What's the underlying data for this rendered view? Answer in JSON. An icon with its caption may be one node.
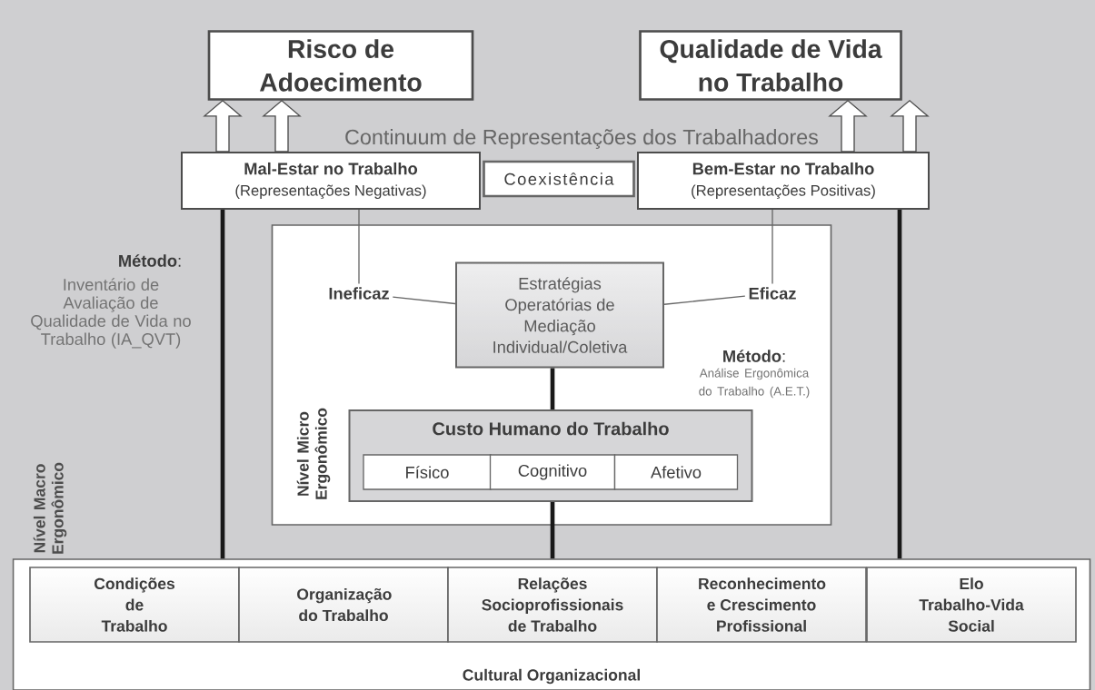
{
  "diagram": {
    "nodes": [
      {
        "text": [
          "Risco de Adoecimento"
        ]
      },
      {
        "text": [
          "Qualidade de Vida no Trabalho"
        ]
      },
      {
        "text": [
          "Mal-Estar no Trabalho",
          "(Representações Negativas)"
        ]
      },
      {
        "text": [
          "Coexistência"
        ]
      },
      {
        "text": [
          "Bem-Estar no Trabalho",
          "(Representações Positivas)"
        ]
      },
      {
        "text": [
          "Nível Micro Ergonômico"
        ]
      },
      {
        "text": [
          "Estratégias Operatórias de Mediação Individual/Coletiva"
        ],
        "in": 5
      },
      {
        "text": [
          "Ineficaz"
        ],
        "in": 5
      },
      {
        "text": [
          "Eficaz"
        ],
        "in": 5
      },
      {
        "text": [
          "Custo Humano do Trabalho"
        ],
        "in": 5
      },
      {
        "text": [
          "Físico"
        ],
        "in": 9
      },
      {
        "text": [
          "Cognitivo"
        ],
        "in": 9
      },
      {
        "text": [
          "Afetivo"
        ],
        "in": 9
      },
      {
        "text": [
          "Cultural Organizacional"
        ]
      },
      {
        "text": [
          "Condições de Trabalho"
        ],
        "in": 13
      },
      {
        "text": [
          "Organização do Trabalho"
        ],
        "in": 13
      },
      {
        "text": [
          "Relações Socioprofissionais de Trabalho"
        ],
        "in": 13
      },
      {
        "text": [
          "Reconhecimento e Crescimento Profissional"
        ],
        "in": 13
      },
      {
        "text": [
          "Elo Trabalho-Vida Social"
        ],
        "in": 13
      }
    ],
    "edges": [
      {
        "from": 2,
        "to": 0,
        "arrow": "to"
      },
      {
        "from": 2,
        "to": 0,
        "arrow": "to"
      },
      {
        "from": 4,
        "to": 1,
        "arrow": "to"
      },
      {
        "from": 4,
        "to": 1,
        "arrow": "to"
      },
      {
        "from": 2,
        "to": 13,
        "arrow": "none",
        "style": "thick"
      },
      {
        "from": 4,
        "to": 13,
        "arrow": "none",
        "style": "thick"
      },
      {
        "from": 2,
        "to": 7,
        "arrow": "none"
      },
      {
        "from": 7,
        "to": 6,
        "arrow": "none"
      },
      {
        "from": 6,
        "to": 8,
        "arrow": "none"
      },
      {
        "from": 8,
        "to": 4,
        "arrow": "none"
      },
      {
        "from": 6,
        "to": 9,
        "arrow": "none",
        "style": "thick"
      },
      {
        "from": 9,
        "to": 13,
        "arrow": "none",
        "style": "thick"
      }
    ],
    "labels": [
      "Continuum de Representações dos Trabalhadores",
      "**Método**:",
      "Inventário de Avaliação de Qualidade de Vida no Trabalho (IA_QVT)",
      "Nível Macro Ergonômico",
      "**Método**:",
      "Análise Ergonômica do Trabalho (A.E.T.)"
    ]
  }
}
